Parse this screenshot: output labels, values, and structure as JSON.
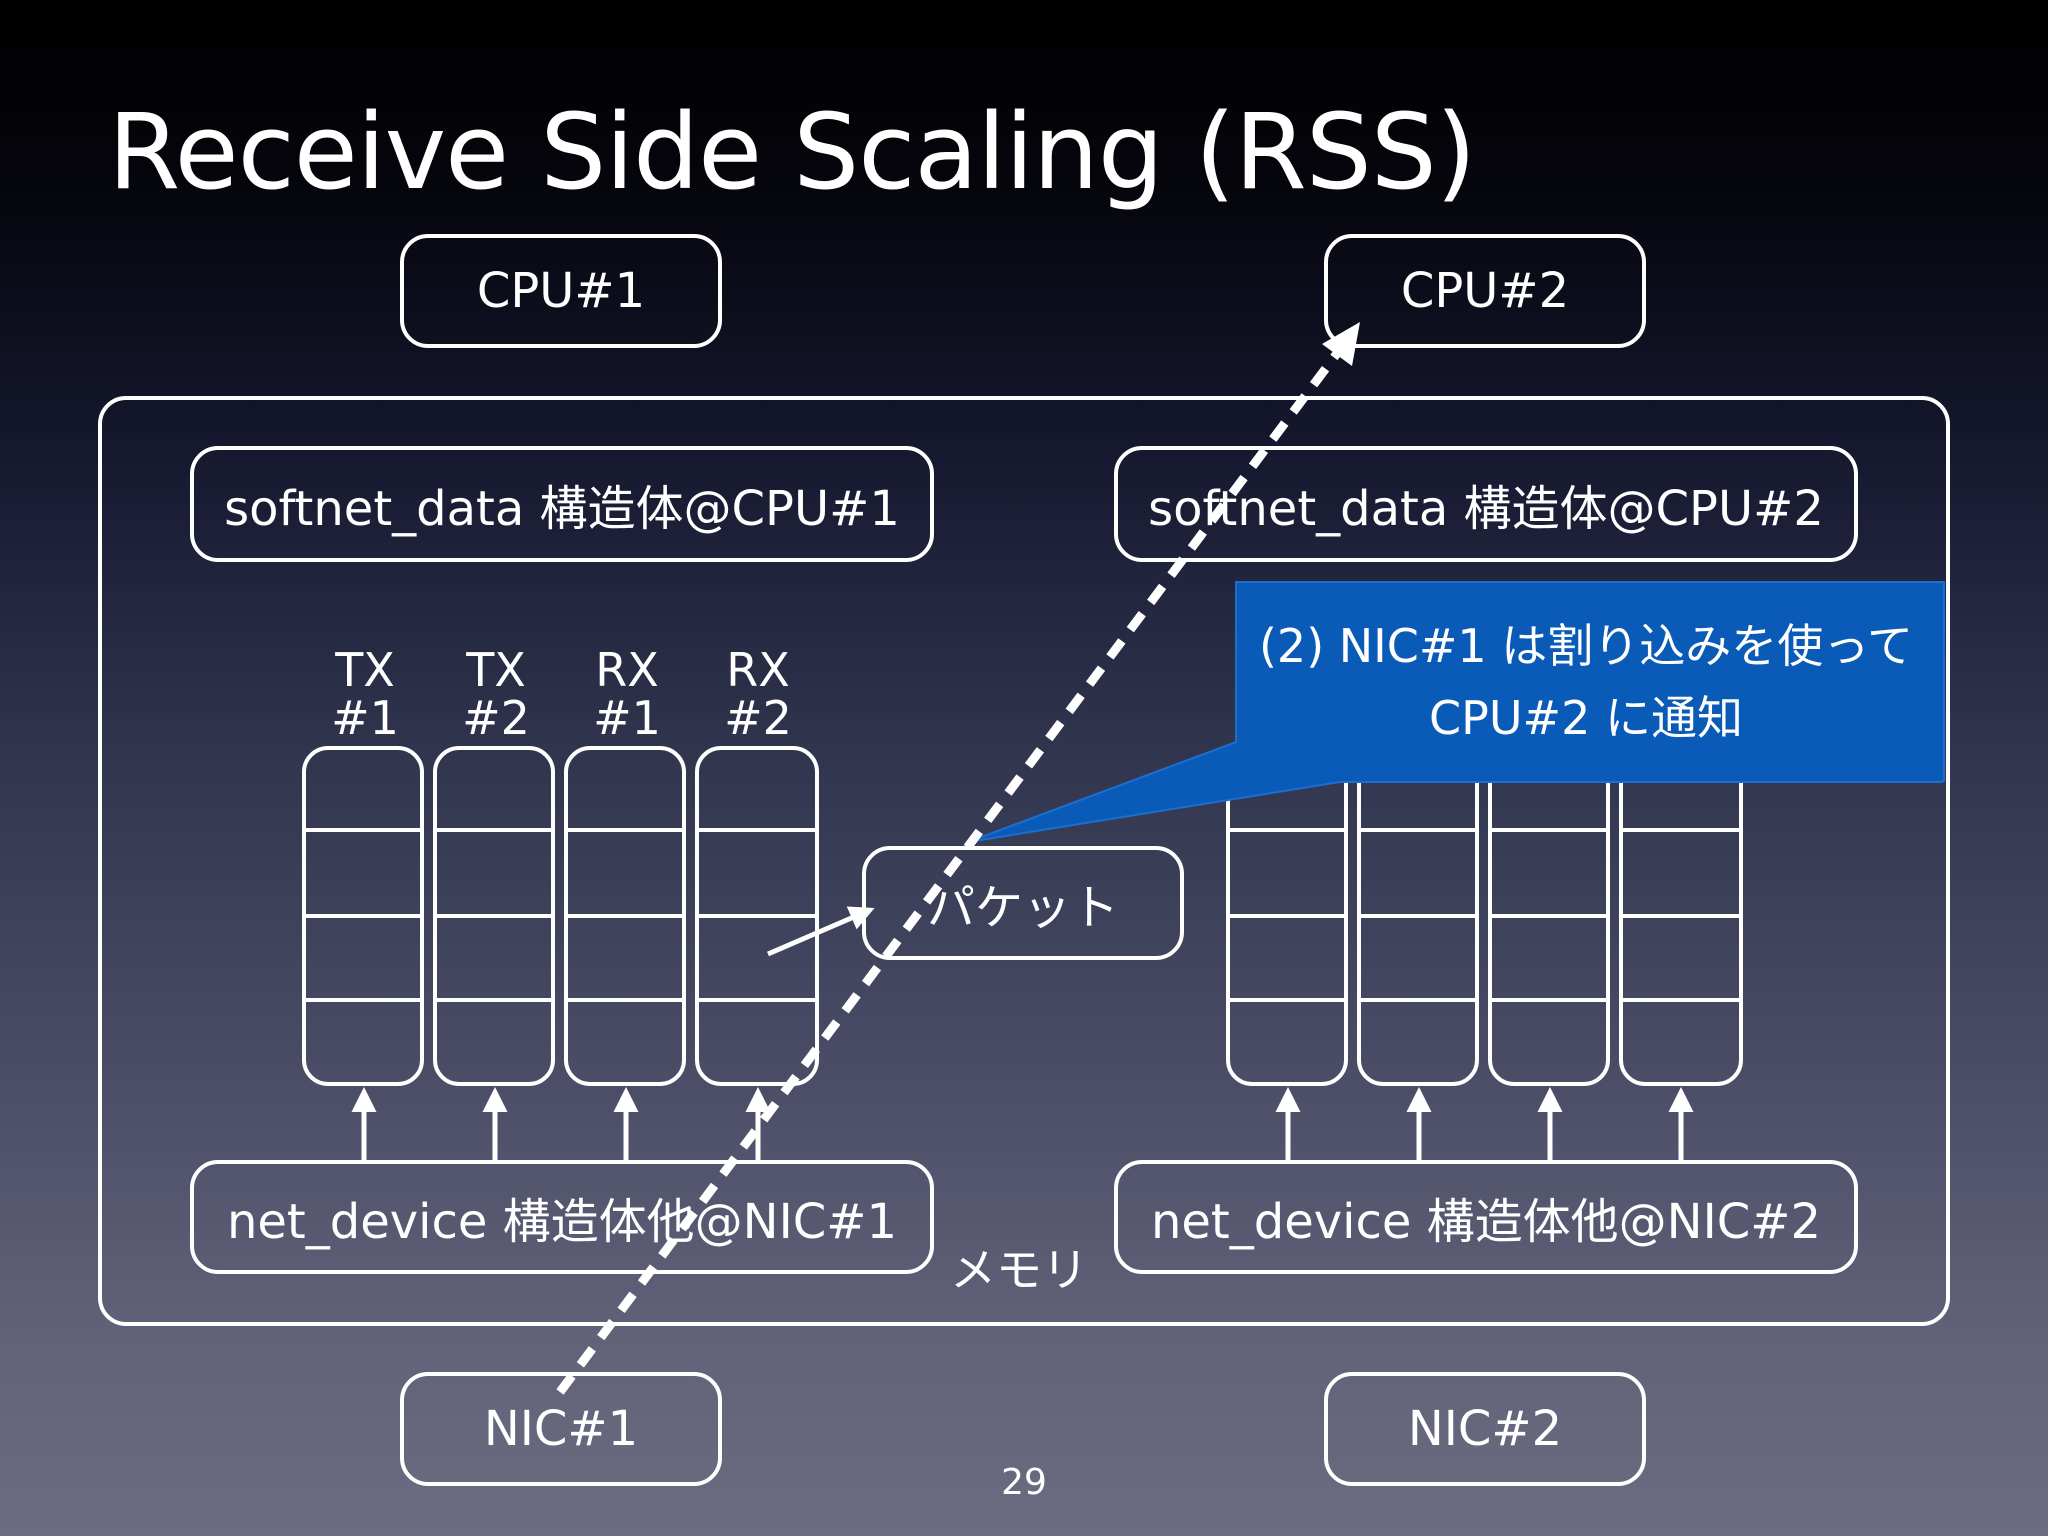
{
  "slide": {
    "title": "Receive Side Scaling (RSS)",
    "page_number": "29"
  },
  "cpus": {
    "cpu1": "CPU#1",
    "cpu2": "CPU#2"
  },
  "softnet": {
    "cpu1": "softnet_data 構造体@CPU#1",
    "cpu2": "softnet_data 構造体@CPU#2"
  },
  "queues": {
    "left": [
      {
        "line1": "TX",
        "line2": "#1"
      },
      {
        "line1": "TX",
        "line2": "#2"
      },
      {
        "line1": "RX",
        "line2": "#1"
      },
      {
        "line1": "RX",
        "line2": "#2"
      }
    ]
  },
  "packet_label": "パケット",
  "net_device": {
    "nic1": "net_device 構造体他@NIC#1",
    "nic2": "net_device 構造体他@NIC#2"
  },
  "memory_label": "メモリ",
  "nics": {
    "nic1": "NIC#1",
    "nic2": "NIC#2"
  },
  "callout": {
    "line1": "(2) NIC#1 は割り込みを使って",
    "line2": "CPU#2 に通知",
    "color": "#0a5ab8"
  }
}
